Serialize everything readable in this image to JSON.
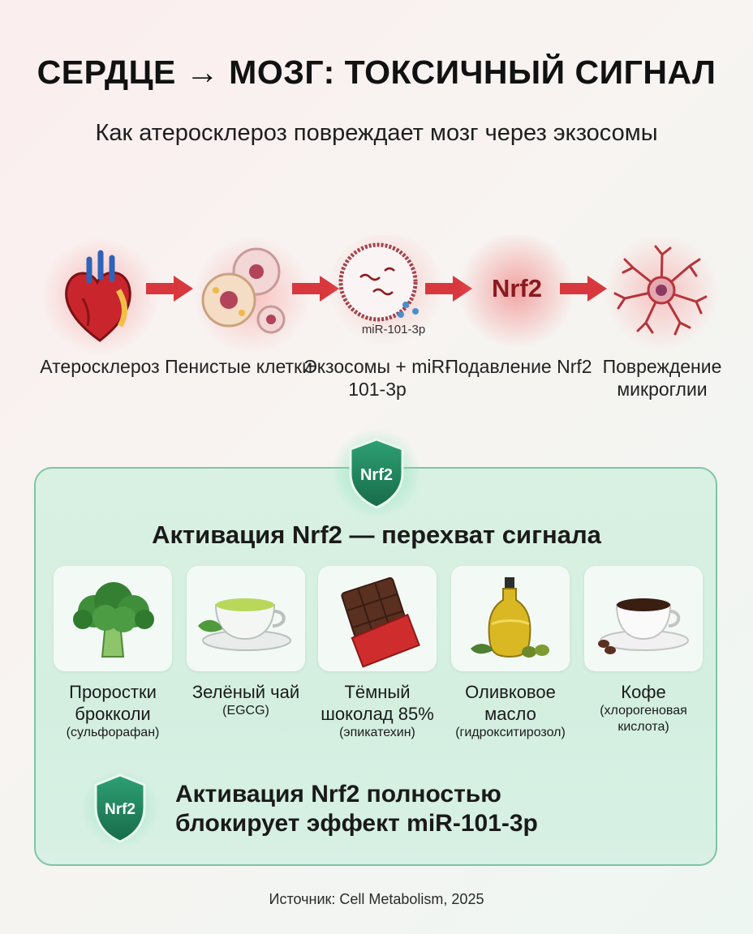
{
  "header": {
    "title": "СЕРДЦЕ → МОЗГ: ТОКСИЧНЫЙ СИГНАЛ",
    "subtitle": "Как атеросклероз повреждает мозг через экзосомы"
  },
  "flow": {
    "steps": [
      {
        "label": "Атеросклероз",
        "icon": "heart-icon"
      },
      {
        "label": "Пенистые клетки",
        "icon": "foam-cells-icon"
      },
      {
        "label": "Экзосомы + miR-101-3p",
        "icon": "exosome-icon"
      },
      {
        "label": "Подавление Nrf2",
        "icon": "nrf2-suppression-icon"
      },
      {
        "label": "Повреждение микроглии",
        "icon": "microglia-icon"
      }
    ],
    "mirna_tag": "miR-101-3p",
    "nrf2_word": "Nrf2"
  },
  "panel": {
    "shield_label": "Nrf2",
    "title": "Активация Nrf2 — перехват сигнала",
    "foods": [
      {
        "name": "Проростки брокколи",
        "compound": "(сульфорафан)",
        "icon": "broccoli-icon"
      },
      {
        "name": "Зелёный чай",
        "compound": "(EGCG)",
        "icon": "green-tea-icon"
      },
      {
        "name": "Тёмный шоколад 85%",
        "compound": "(эпикатехин)",
        "icon": "chocolate-icon"
      },
      {
        "name": "Оливковое масло",
        "compound": "(гидрокситирозол)",
        "icon": "olive-oil-icon"
      },
      {
        "name": "Кофе",
        "compound": "(хлорогеновая кислота)",
        "icon": "coffee-icon"
      }
    ],
    "conclusion_line1": "Активация Nrf2 полностью",
    "conclusion_line2": "блокирует эффект miR-101-3p"
  },
  "footer": {
    "source": "Источник: Cell Metabolism, 2025"
  },
  "colors": {
    "arrow_red": "#d8383d",
    "nrf2_dark_red": "#8a1a1f",
    "panel_green": "#d6f0e1",
    "shield_green": "#1f8a5e"
  }
}
